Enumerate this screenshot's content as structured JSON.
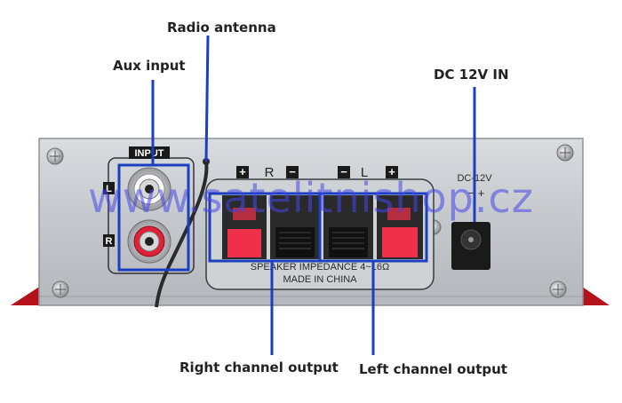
{
  "callouts": {
    "radio_antenna": "Radio antenna",
    "aux_input": "Aux input",
    "dc_in": "DC 12V IN",
    "right_output": "Right channel output",
    "left_output": "Left channel output"
  },
  "panel": {
    "input_label": "INPUT",
    "left_jack": "L",
    "right_jack": "R",
    "speaker_r": "R",
    "speaker_l": "L",
    "plus": "+",
    "minus": "−",
    "impedance": "SPEAKER IMPEDANCE 4~16Ω",
    "made_in": "MADE IN CHINA",
    "dc_label": "DC-12V",
    "dc_polarity": "−  +"
  },
  "watermark": "www.satelitnishop.cz",
  "colors": {
    "callout_line": "#1a3fbf",
    "panel": "#c9ccd0",
    "red_foot": "#b5121b",
    "terminal_red": "#f0304a",
    "terminal_black": "#1b1b1b",
    "watermark": "#4646e6"
  }
}
